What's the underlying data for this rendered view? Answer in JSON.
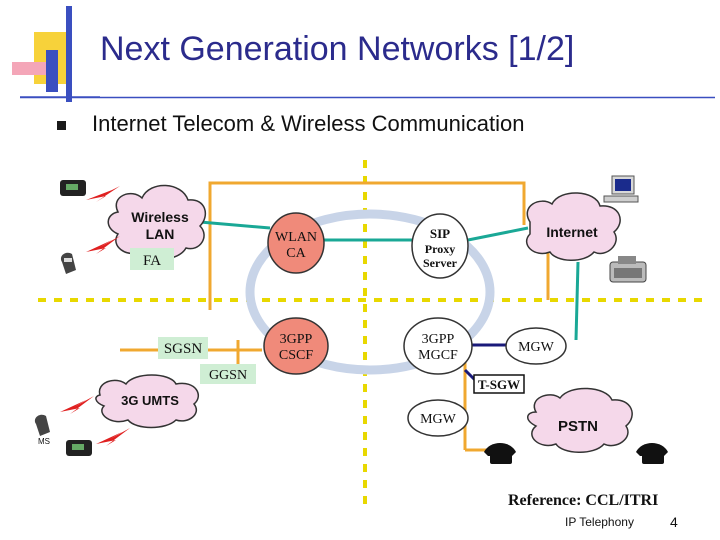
{
  "slide": {
    "title": "Next Generation Networks [1/2]",
    "bullet": "Internet Telecom & Wireless Communication",
    "reference": "Reference: CCL/ITRI",
    "footer": "IP Telephony",
    "page_number": "4"
  },
  "diagram": {
    "clouds": {
      "wireless_lan": [
        "Wireless",
        "LAN"
      ],
      "fa": "FA",
      "internet": "Internet",
      "umts": "3G UMTS",
      "pstn": "PSTN"
    },
    "nodes": {
      "wlan_ca": [
        "WLAN",
        "CA"
      ],
      "sip_proxy": [
        "SIP",
        "Proxy",
        "Server"
      ],
      "gpp_cscf": [
        "3GPP",
        "CSCF"
      ],
      "gpp_mgcf": [
        "3GPP",
        "MGCF"
      ],
      "mgw_right": "MGW",
      "mgw_bottom": "MGW",
      "t_sgw": "T-SGW",
      "sgsn": "SGSN",
      "ggsn": "GGSN",
      "ms": "MS"
    },
    "icons": [
      "phone-icon",
      "mobile-phone-icon",
      "computer-icon",
      "fax-icon",
      "telephone-icon"
    ]
  },
  "colors": {
    "title": "#2b2b8c",
    "orange_line": "#f0a830",
    "teal_line": "#1aa896",
    "ring": "#c8d4e8",
    "yellow_dash": "#e8d800",
    "node_red": "#f08a7a",
    "cloud_pink": "#f5d8ea",
    "cloud_green": "#cfeed4",
    "navy_link": "#1a1a7a",
    "deco_yellow": "#f7d23a",
    "deco_pink": "#f4a6b8",
    "deco_blue": "#3a4fc0"
  }
}
